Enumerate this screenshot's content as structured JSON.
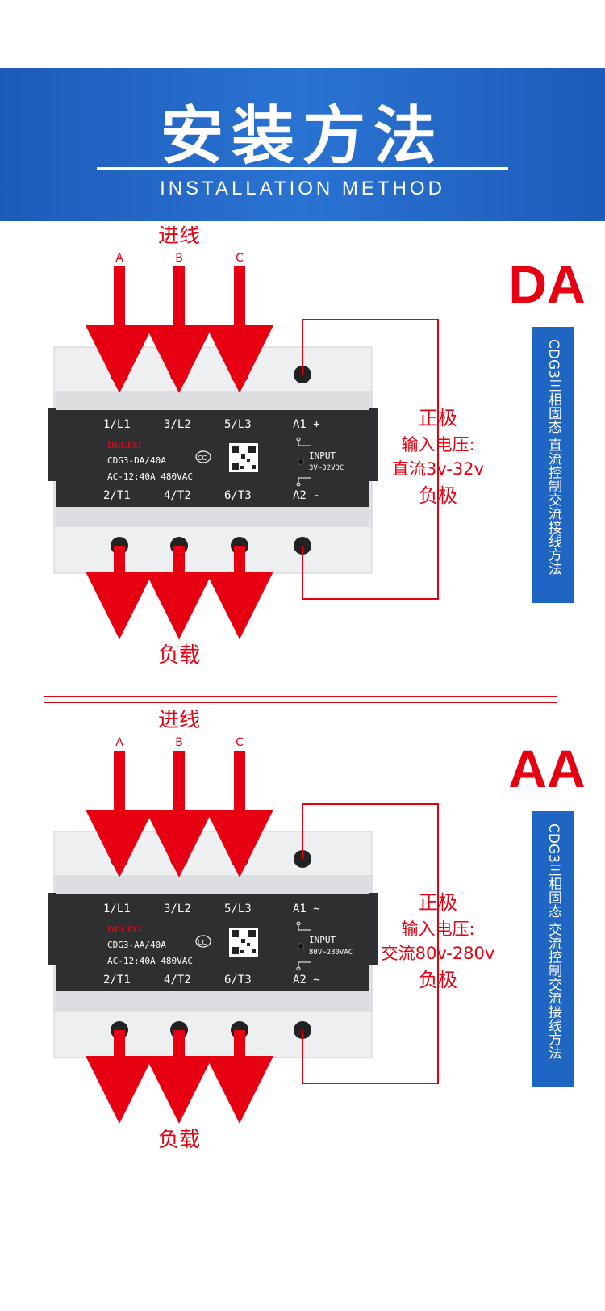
{
  "header": {
    "title": "安装方法",
    "subtitle": "INSTALLATION METHOD"
  },
  "colors": {
    "banner_blue": "#2a6fd0",
    "accent_red": "#e60012",
    "panel_blue": "#1f66c2",
    "device_gray": "#e6e7ea",
    "label_dark": "#2e2f31"
  },
  "diagrams": [
    {
      "type_code": "DA",
      "side_label": "CDG3三相固态 直流控制交流接线方法",
      "input_label": "进线",
      "output_label": "负载",
      "phases": [
        "A",
        "B",
        "C"
      ],
      "top_terminals": [
        "1/L1",
        "3/L2",
        "5/L3",
        "A1 +"
      ],
      "bottom_terminals": [
        "2/T1",
        "4/T2",
        "6/T3",
        "A2 -"
      ],
      "brand": "DELIXI",
      "model": "CDG3-DA/40A",
      "rating": "AC-12:40A 480VAC",
      "input_text": "INPUT",
      "input_range": "3V~32VDC",
      "positive": "正极",
      "voltage_title": "输入电压:",
      "voltage_value": "直流3v-32v",
      "negative": "负极"
    },
    {
      "type_code": "AA",
      "side_label": "CDG3三相固态 交流控制交流接线方法",
      "input_label": "进线",
      "output_label": "负载",
      "phases": [
        "A",
        "B",
        "C"
      ],
      "top_terminals": [
        "1/L1",
        "3/L2",
        "5/L3",
        "A1 ~"
      ],
      "bottom_terminals": [
        "2/T1",
        "4/T2",
        "6/T3",
        "A2 ~"
      ],
      "brand": "DELIXI",
      "model": "CDG3-AA/40A",
      "rating": "AC-12:40A 480VAC",
      "input_text": "INPUT",
      "input_range": "80V~280VAC",
      "positive": "正极",
      "voltage_title": "输入电压:",
      "voltage_value": "交流80v-280v",
      "negative": "负极"
    }
  ]
}
